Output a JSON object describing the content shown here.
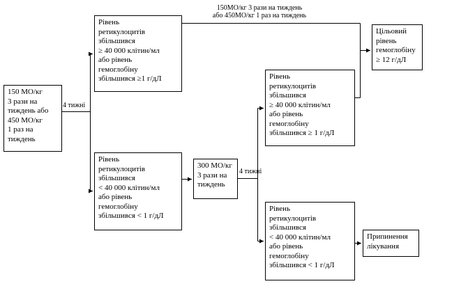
{
  "diagram": {
    "title": "Erythropoietin dosing flowchart (Ukrainian)",
    "nodes": {
      "start": {
        "text": "150 МО/кг\n3 рази на\nтиждень або\n450 МО/кг\n1 раз на\nтиждень"
      },
      "response_good_1": {
        "text": "Рівень\nретикулоцитів\nзбільшився\n≥ 40 000 клітин/мл\nабо рівень\nгемоглобіну\nзбільшився ≥1 г/дЛ"
      },
      "response_poor_1": {
        "text": "Рівень\nретикулоцитів\nзбільшився\n< 40 000 клітин/мл\nабо рівень\nгемоглобіну\nзбільшився < 1 г/дЛ"
      },
      "dose_300": {
        "text": "300 МО/кг\n3 рази на\nтиждень"
      },
      "response_good_2": {
        "text": "Рівень\nретикулоцитів\nзбільшився\n≥ 40 000 клітин/мл\nабо рівень\nгемоглобіну\nзбільшився ≥ 1 г/дЛ"
      },
      "response_poor_2": {
        "text": "Рівень\nретикулоцитів\nзбільшився\n< 40 000 клітин/мл\nабо рівень\nгемоглобіну\nзбільшився < 1 г/дЛ"
      },
      "target": {
        "text": "Цільовий\nрівень\nгемоглобіну\n≥ 12 г/дЛ"
      },
      "stop": {
        "text": "Припинення\nлікування"
      }
    },
    "edge_labels": {
      "four_weeks_first": "4 тижні",
      "four_weeks_second": "4 тижні",
      "maintenance_dose": "150МО/кг 3 рази на тиждень\nабо 450МО/кг 1 раз на тиждень"
    }
  }
}
